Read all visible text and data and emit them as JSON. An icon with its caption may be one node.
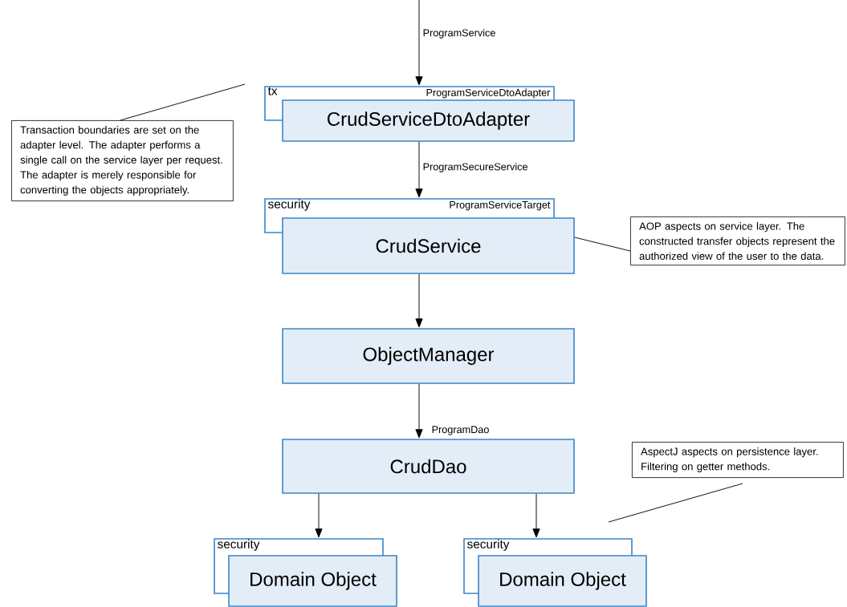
{
  "diagram": {
    "nodes": [
      {
        "text": [
          "tx",
          "ProgramServiceDtoAdapter"
        ]
      },
      {
        "text": [
          "CrudServiceDtoAdapter"
        ]
      },
      {
        "text": [
          "Transaction boundaries are set on the adapter level. The adapter performs a single call on the service layer per request. The adapter is merely responsible for converting the objects appropriately."
        ]
      },
      {
        "text": [
          "security",
          "ProgramServiceTarget"
        ]
      },
      {
        "text": [
          "CrudService"
        ]
      },
      {
        "text": [
          "AOP aspects on service layer. The constructed transfer objects represent the authorized view of the user to the data."
        ]
      },
      {
        "text": [
          "ObjectManager"
        ]
      },
      {
        "text": [
          "CrudDao"
        ]
      },
      {
        "text": [
          "AspectJ aspects on persistence layer. Filtering on getter methods."
        ]
      },
      {
        "text": [
          "security"
        ]
      },
      {
        "text": [
          "Domain Object"
        ]
      },
      {
        "text": [
          "security"
        ]
      },
      {
        "text": [
          "Domain Object"
        ]
      }
    ],
    "edges": [
      {
        "from": null,
        "to": 0,
        "arrow": "to",
        "label": "ProgramService"
      },
      {
        "from": 1,
        "to": 3,
        "arrow": "to",
        "label": "ProgramSecureService"
      },
      {
        "from": 4,
        "to": 6,
        "arrow": "to"
      },
      {
        "from": 6,
        "to": 7,
        "arrow": "to",
        "label": "ProgramDao"
      },
      {
        "from": 7,
        "to": 9,
        "arrow": "to"
      },
      {
        "from": 7,
        "to": 11,
        "arrow": "to"
      },
      {
        "from": 2,
        "to": 0,
        "arrow": "none"
      },
      {
        "from": 5,
        "to": 4,
        "arrow": "none"
      },
      {
        "from": 8,
        "to": null,
        "arrow": "none"
      }
    ]
  }
}
